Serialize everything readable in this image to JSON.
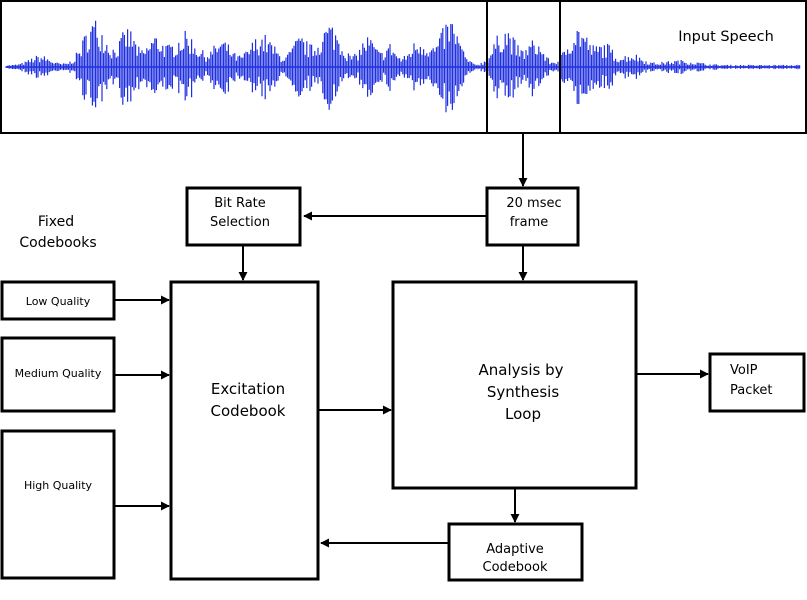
{
  "waveform": {
    "label": "Input Speech",
    "color": "#1f2fe0"
  },
  "blocks": {
    "bit_rate": {
      "lines": [
        "Bit Rate",
        "Selection"
      ]
    },
    "frame": {
      "lines": [
        "20 msec",
        "frame"
      ]
    },
    "fixed_title": {
      "lines": [
        "Fixed",
        "Codebooks"
      ]
    },
    "low": {
      "label": "Low Quality"
    },
    "medium": {
      "label": "Medium Quality"
    },
    "high": {
      "label": "High Quality"
    },
    "excitation": {
      "lines": [
        "Excitation",
        "Codebook"
      ]
    },
    "analysis": {
      "lines": [
        "Analysis by",
        "Synthesis",
        "Loop"
      ]
    },
    "voip": {
      "lines": [
        "VoIP",
        "Packet"
      ]
    },
    "adaptive": {
      "lines": [
        "Adaptive",
        "Codebook"
      ]
    }
  }
}
